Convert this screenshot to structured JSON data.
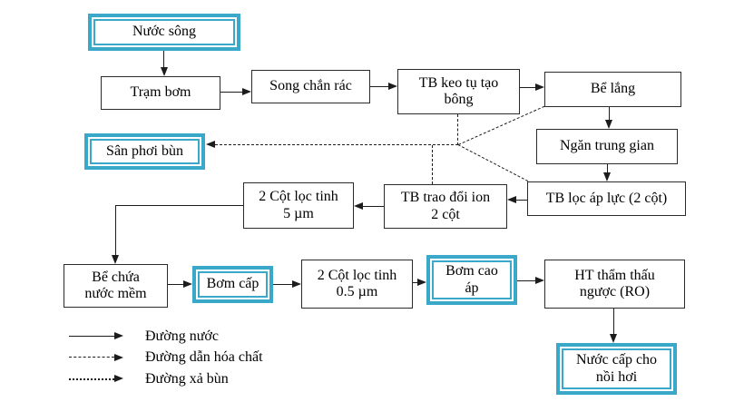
{
  "colors": {
    "highlight_border": "#3aa8c8",
    "box_border": "#2b2b2b",
    "line": "#1c1c1c",
    "background": "#ffffff"
  },
  "nodes": [
    {
      "id": "nuoc-song",
      "label": "Nước sông",
      "highlighted": true
    },
    {
      "id": "tram-bom",
      "label": "Trạm bơm",
      "highlighted": false
    },
    {
      "id": "song-chan-rac",
      "label": "Song chắn rác",
      "highlighted": false
    },
    {
      "id": "tb-keo-tu-tao-bong",
      "label": "TB keo tụ tạo\nbông",
      "highlighted": false
    },
    {
      "id": "be-lang",
      "label": "Bể lắng",
      "highlighted": false
    },
    {
      "id": "ngan-trung-gian",
      "label": "Ngăn trung gian",
      "highlighted": false
    },
    {
      "id": "tb-loc-ap-luc",
      "label": "TB lọc áp lực (2 cột)",
      "highlighted": false
    },
    {
      "id": "tb-trao-doi-ion",
      "label": "TB trao đổi ion\n2 cột",
      "highlighted": false
    },
    {
      "id": "cot-loc-tinh-5um",
      "label": "2 Cột lọc tinh\n5 µm",
      "highlighted": false
    },
    {
      "id": "san-phoi-bun",
      "label": "Sân phơi bùn",
      "highlighted": true
    },
    {
      "id": "be-chua-nuoc-mem",
      "label": "Bể chứa\nnước mềm",
      "highlighted": false
    },
    {
      "id": "bom-cap",
      "label": "Bơm cấp",
      "highlighted": true
    },
    {
      "id": "cot-loc-tinh-05um",
      "label": "2 Cột lọc tinh\n0.5 µm",
      "highlighted": false
    },
    {
      "id": "bom-cao-ap",
      "label": "Bơm cao\náp",
      "highlighted": true
    },
    {
      "id": "ht-ro",
      "label": "HT thẩm thấu\nngược (RO)",
      "highlighted": false
    },
    {
      "id": "nuoc-cap-noi-hoi",
      "label": "Nước cấp cho\nnồi hơi",
      "highlighted": true
    }
  ],
  "legend": {
    "items": [
      {
        "style": "solid",
        "label": "Đường nước"
      },
      {
        "style": "dashed",
        "label": "Đường dẫn hóa chất"
      },
      {
        "style": "dotted",
        "label": "Đường xả bùn"
      }
    ]
  }
}
